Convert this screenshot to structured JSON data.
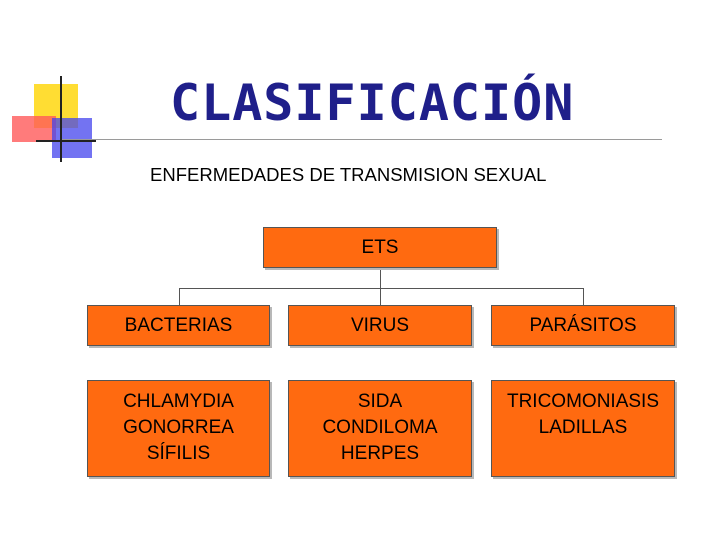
{
  "title": "CLASIFICACIÓN",
  "subtitle": "ENFERMEDADES DE TRANSMISION SEXUAL",
  "root": {
    "label": "ETS"
  },
  "categories": [
    {
      "label": "BACTERIAS",
      "items": [
        "CHLAMYDIA",
        "GONORREA",
        "SÍFILIS"
      ]
    },
    {
      "label": "VIRUS",
      "items": [
        "SIDA",
        "CONDILOMA",
        "HERPES"
      ]
    },
    {
      "label": "PARÁSITOS",
      "items": [
        "TRICOMONIASIS",
        "LADILLAS"
      ]
    }
  ],
  "colors": {
    "box_fill": "#ff6a10",
    "title": "#1f1f8a"
  }
}
